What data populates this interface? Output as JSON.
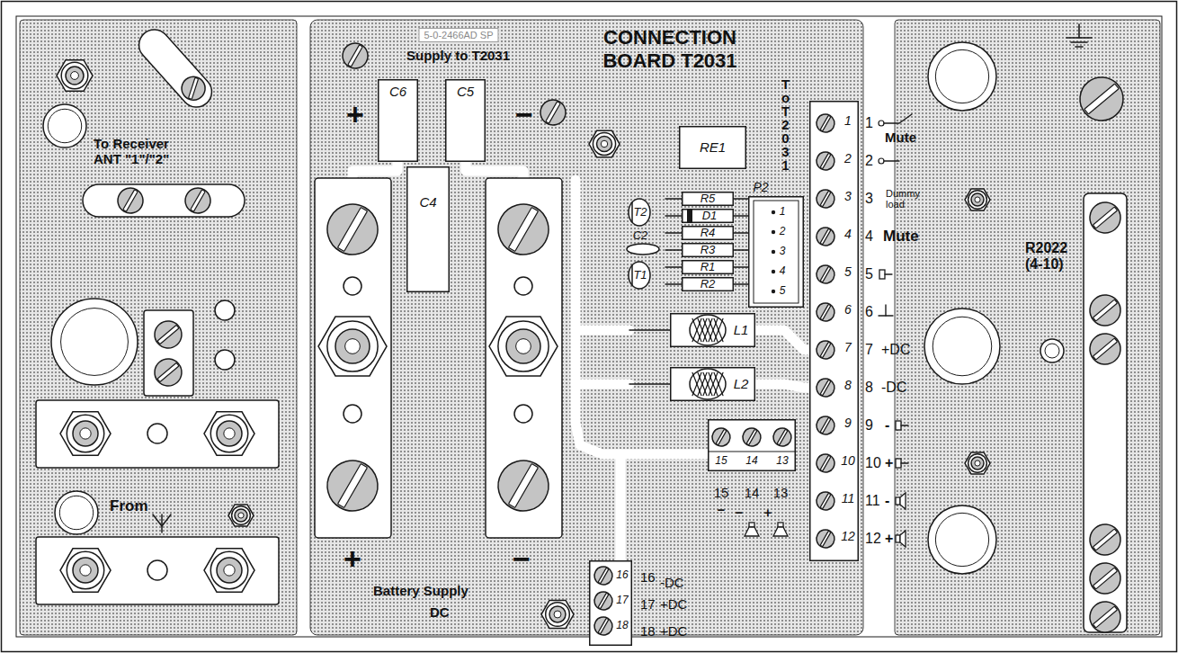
{
  "diagram": {
    "title": "CONNECTION BOARD T2031",
    "nodes": [
      {
        "text": [
          "C6"
        ]
      },
      {
        "text": [
          "C5"
        ]
      },
      {
        "text": [
          "C4"
        ]
      },
      {
        "text": [
          "RE1"
        ]
      },
      {
        "text": [
          "P2",
          "1",
          "2",
          "3",
          "4",
          "5"
        ]
      },
      {
        "text": [
          "R5"
        ]
      },
      {
        "text": [
          "D1"
        ]
      },
      {
        "text": [
          "R4"
        ]
      },
      {
        "text": [
          "R3"
        ]
      },
      {
        "text": [
          "R1"
        ]
      },
      {
        "text": [
          "R2"
        ]
      },
      {
        "text": [
          "T2"
        ]
      },
      {
        "text": [
          "C2"
        ]
      },
      {
        "text": [
          "T1"
        ]
      },
      {
        "text": [
          "L1"
        ]
      },
      {
        "text": [
          "L2"
        ]
      },
      {
        "text": [
          "1",
          "2",
          "3",
          "4",
          "5",
          "6",
          "7",
          "8",
          "9",
          "10",
          "11",
          "12"
        ]
      },
      {
        "text": [
          "15",
          "14",
          "13"
        ]
      },
      {
        "text": [
          "16",
          "17",
          "18"
        ]
      }
    ],
    "labels": [
      "5-0-2466AD SP",
      "Supply to T2031",
      "To Receiver ANT \"1\"/\"2\"",
      "From",
      "+",
      "−",
      "+",
      "−",
      "Battery Supply",
      "DC",
      "To T2031",
      "1",
      "2",
      "3",
      "4",
      "5",
      "6",
      "7",
      "8",
      "9",
      "10",
      "11",
      "12",
      "Mute",
      "Dummy load",
      "Mute",
      "+DC",
      "-DC",
      "-",
      "+",
      "-",
      "+",
      "R2022 (4-10)",
      "15",
      "14",
      "13",
      "−",
      "−",
      "+",
      "16",
      "-DC",
      "17",
      "+DC",
      "18",
      "+DC"
    ]
  }
}
